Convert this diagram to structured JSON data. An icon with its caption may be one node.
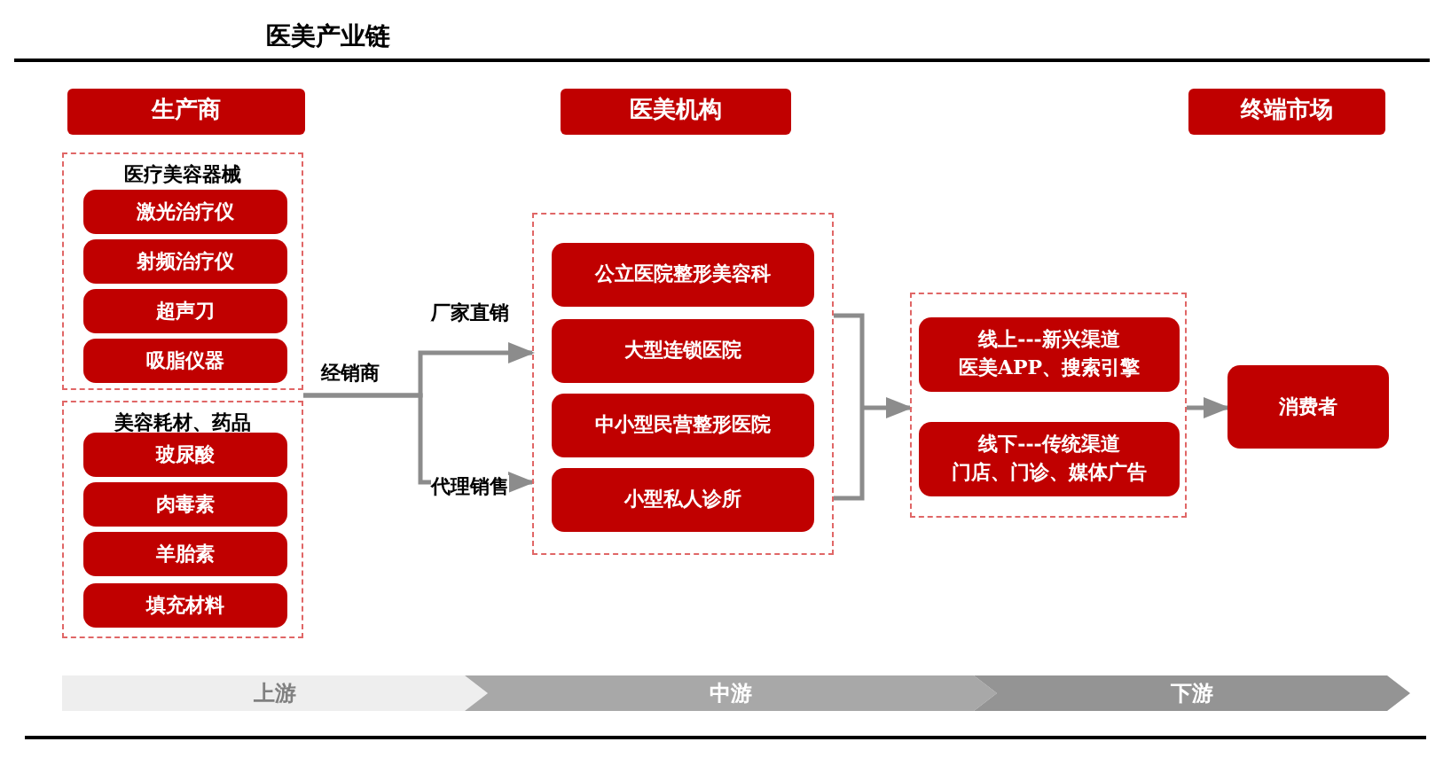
{
  "diagram": {
    "title": "医美产业链",
    "nodes": [
      {
        "text": [
          "生产商"
        ]
      },
      {
        "text": [
          "医美机构"
        ]
      },
      {
        "text": [
          "终端市场"
        ]
      },
      {
        "text": [
          "医疗美容器械"
        ]
      },
      {
        "text": [
          "激光治疗仪"
        ],
        "in": 3
      },
      {
        "text": [
          "射频治疗仪"
        ],
        "in": 3
      },
      {
        "text": [
          "超声刀"
        ],
        "in": 3
      },
      {
        "text": [
          "吸脂仪器"
        ],
        "in": 3
      },
      {
        "text": [
          "美容耗材、药品"
        ]
      },
      {
        "text": [
          "玻尿酸"
        ],
        "in": 8
      },
      {
        "text": [
          "肉毒素"
        ],
        "in": 8
      },
      {
        "text": [
          "羊胎素"
        ],
        "in": 8
      },
      {
        "text": [
          "填充材料"
        ],
        "in": 8
      },
      {
        "text": [],
        "shape": "box"
      },
      {
        "text": [
          "公立医院整形美容科"
        ],
        "in": 13
      },
      {
        "text": [
          "大型连锁医院"
        ],
        "in": 13
      },
      {
        "text": [
          "中小型民营整形医院"
        ],
        "in": 13
      },
      {
        "text": [
          "小型私人诊所"
        ],
        "in": 13
      },
      {
        "text": [],
        "shape": "box"
      },
      {
        "text": [
          "线上---新兴渠道",
          "医美APP、搜索引擎"
        ],
        "in": 18
      },
      {
        "text": [
          "线下---传统渠道",
          "门店、门诊、媒体广告"
        ],
        "in": 18
      },
      {
        "text": [
          "消费者"
        ]
      }
    ],
    "edges": [
      {
        "from": 3,
        "to": 13,
        "arrow": "to",
        "label": "厂家直销"
      },
      {
        "from": 8,
        "to": 13,
        "arrow": "to",
        "label": "代理销售"
      },
      {
        "from": 13,
        "to": 18,
        "arrow": "to"
      },
      {
        "from": 18,
        "to": 21,
        "arrow": "to"
      }
    ],
    "labels": [
      "经销商",
      "上游",
      "中游",
      "下游"
    ]
  }
}
